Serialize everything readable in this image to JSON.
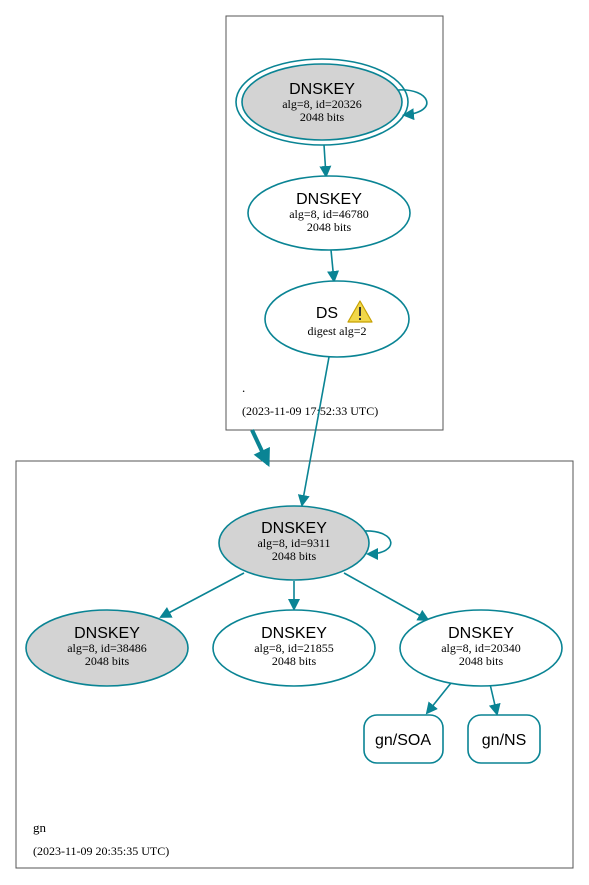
{
  "colors": {
    "edge": "#0a8494",
    "node_fill_gray": "#d3d3d3",
    "node_fill_white": "#ffffff",
    "zone_border": "#555555",
    "warning_fill": "#f1d74a"
  },
  "zones": {
    "root": {
      "name": ".",
      "timestamp": "(2023-11-09 17:52:33 UTC)"
    },
    "gn": {
      "name": "gn",
      "timestamp": "(2023-11-09 20:35:35 UTC)"
    }
  },
  "nodes": {
    "root_ksk": {
      "title": "DNSKEY",
      "line1": "alg=8, id=20326",
      "line2": "2048 bits"
    },
    "root_zsk": {
      "title": "DNSKEY",
      "line1": "alg=8, id=46780",
      "line2": "2048 bits"
    },
    "ds": {
      "title": "DS",
      "line1": "digest alg=2",
      "warning_icon": "warning-icon"
    },
    "gn_ksk": {
      "title": "DNSKEY",
      "line1": "alg=8, id=9311",
      "line2": "2048 bits"
    },
    "gn_key_38486": {
      "title": "DNSKEY",
      "line1": "alg=8, id=38486",
      "line2": "2048 bits"
    },
    "gn_key_21855": {
      "title": "DNSKEY",
      "line1": "alg=8, id=21855",
      "line2": "2048 bits"
    },
    "gn_key_20340": {
      "title": "DNSKEY",
      "line1": "alg=8, id=20340",
      "line2": "2048 bits"
    },
    "gn_soa": {
      "label": "gn/SOA"
    },
    "gn_ns": {
      "label": "gn/NS"
    }
  }
}
